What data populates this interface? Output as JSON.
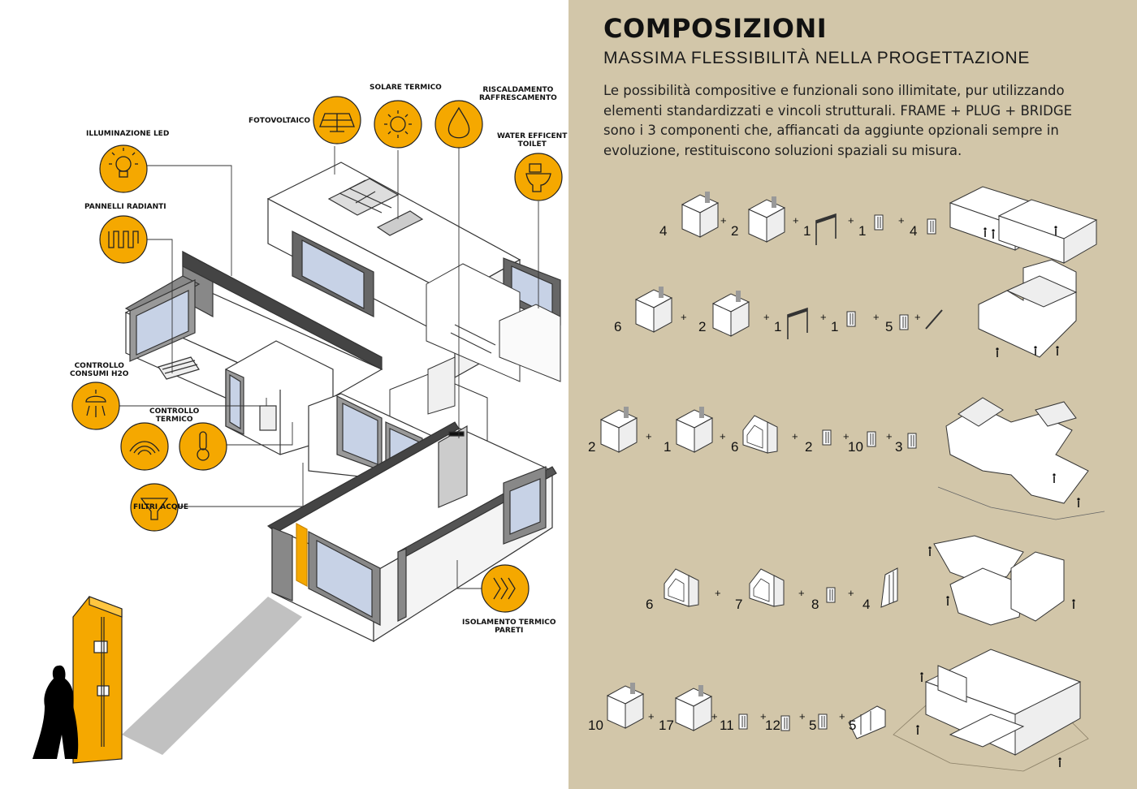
{
  "header": {
    "title": "COMPOSIZIONI",
    "subtitle": "MASSIMA FLESSIBILITÀ NELLA PROGETTAZIONE",
    "description": "Le possibilità compositive e funzionali sono illimitate, pur utilizzando elementi standardizzati e vincoli strutturali. FRAME + PLUG + BRIDGE sono i 3 componenti che, affiancati da aggiunte opzionali sempre in evoluzione, restituiscono soluzioni spaziali su misura."
  },
  "callouts": {
    "led": "ILLUMINAZIONE LED",
    "fotovoltaico": "FOTOVOLTAICO",
    "solare": "SOLARE TERMICO",
    "riscaldamento_1": "RISCALDAMENTO",
    "riscaldamento_2": "RAFFRESCAMENTO",
    "water_1": "WATER EFFICENT",
    "water_2": "TOILET",
    "pannelli": "PANNELLI RADIANTI",
    "h2o_1": "CONTROLLO",
    "h2o_2": "CONSUMI H2O",
    "termico_1": "CONTROLLO",
    "termico_2": "TERMICO",
    "filtri": "FILTRI ACQUE",
    "isolamento_1": "ISOLAMENTO TERMICO",
    "isolamento_2": "PARETI"
  },
  "compositions": {
    "row1": [
      "4",
      "+",
      "2",
      "+",
      "1",
      "+",
      "1",
      "+",
      "4"
    ],
    "row2": [
      "6",
      "+",
      "2",
      "+",
      "1",
      "+",
      "1",
      "+",
      "5",
      "+"
    ],
    "row3": [
      "2",
      "+",
      "1",
      "+",
      "6",
      "+",
      "2",
      "+",
      "10",
      "+",
      "3"
    ],
    "row4": [
      "6",
      "+",
      "7",
      "+",
      "8",
      "+",
      "4"
    ],
    "row5": [
      "10",
      "+",
      "17",
      "+",
      "11",
      "+",
      "12",
      "+",
      "5",
      "+",
      "5"
    ]
  },
  "colors": {
    "accent": "#f5a800",
    "panel": "#d2c6a9"
  }
}
